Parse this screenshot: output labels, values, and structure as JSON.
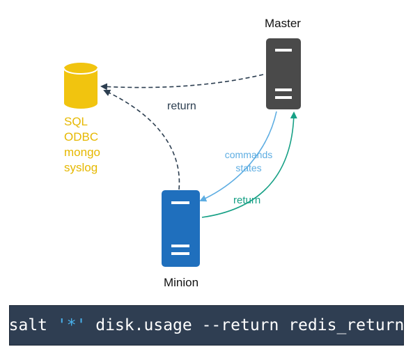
{
  "nodes": {
    "master": {
      "label": "Master"
    },
    "minion": {
      "label": "Minion"
    }
  },
  "database": {
    "lines": [
      "SQL",
      "ODBC",
      "mongo",
      "syslog"
    ]
  },
  "edges": {
    "master_to_db": {
      "label": "return"
    },
    "commands": {
      "line1": "commands",
      "line2": "states"
    },
    "minion_to_master": {
      "label": "return"
    }
  },
  "command": {
    "prefix": "salt ",
    "target": "'*'",
    "rest": " disk.usage --return redis_return"
  },
  "colors": {
    "master": "#4a4a4a",
    "minion": "#1f6fbd",
    "database": "#f1c40f",
    "dashed_arrow": "#2c3e50",
    "commands_arrow": "#5dade2",
    "return_arrow": "#16a085",
    "command_bg": "#2f3e52"
  }
}
